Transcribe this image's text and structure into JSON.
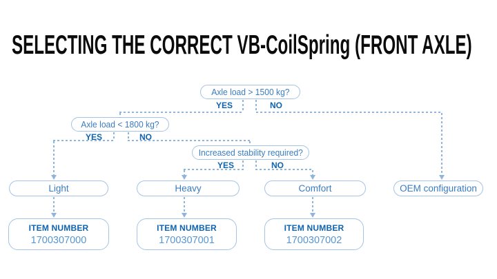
{
  "title": "SELECTING THE CORRECT VB-CoilSpring (FRONT AXLE)",
  "colors": {
    "heading": "#0b0b0b",
    "box_border": "#a5c3e6",
    "box_text": "#3a7cc1",
    "yes_no_text": "#0d63b0",
    "item_label_text": "#0d63b0",
    "item_number_text": "#5596d3",
    "connector": "#8fb5de",
    "background": "#ffffff"
  },
  "flowchart": {
    "decisions": [
      {
        "question": "Axle load > 1500 kg?",
        "yes": "YES",
        "no": "NO"
      },
      {
        "question": "Axle load < 1800 kg?",
        "yes": "YES",
        "no": "NO"
      },
      {
        "question": "Increased stability required?",
        "yes": "YES",
        "no": "NO"
      }
    ],
    "outcomes": [
      {
        "label": "Light",
        "item_label": "ITEM NUMBER",
        "item_number": "1700307000"
      },
      {
        "label": "Heavy",
        "item_label": "ITEM NUMBER",
        "item_number": "1700307001"
      },
      {
        "label": "Comfort",
        "item_label": "ITEM NUMBER",
        "item_number": "1700307002"
      },
      {
        "label": "OEM configuration"
      }
    ]
  }
}
